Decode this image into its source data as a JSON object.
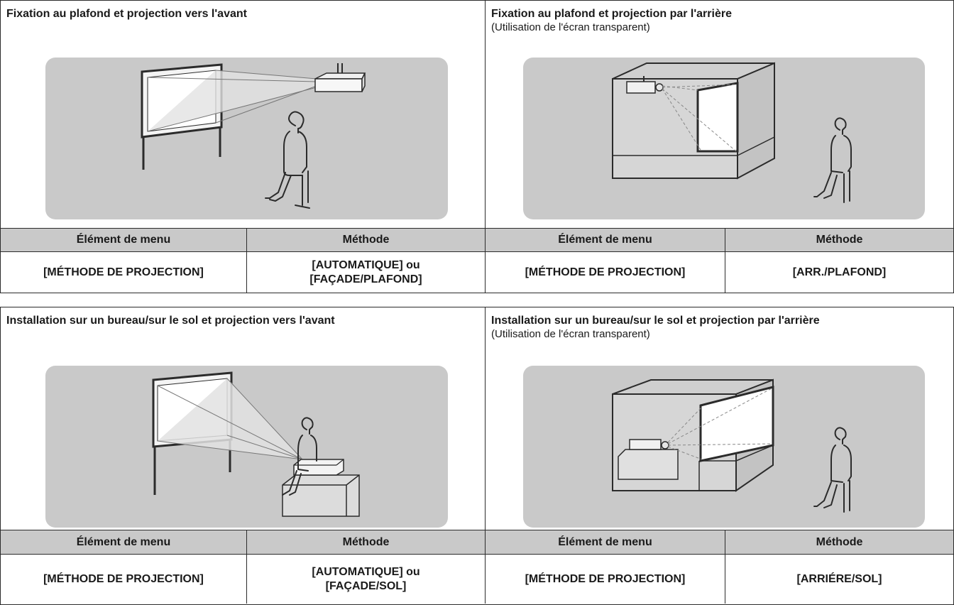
{
  "sections": [
    {
      "left": {
        "title": "Fixation au plafond et projection vers l'avant",
        "subtitle": "",
        "icon": "ceiling-front-projection-illustration"
      },
      "right": {
        "title": "Fixation au plafond et projection par l'arrière",
        "subtitle": "(Utilisation de l'écran transparent)",
        "icon": "ceiling-rear-projection-illustration"
      },
      "table": {
        "headers": [
          "Élément de menu",
          "Méthode",
          "Élément de menu",
          "Méthode"
        ],
        "cells": [
          {
            "lines": [
              "[MÉTHODE DE PROJECTION]"
            ]
          },
          {
            "lines": [
              "[AUTOMATIQUE] ou",
              "[FAÇADE/PLAFOND]"
            ]
          },
          {
            "lines": [
              "[MÉTHODE DE PROJECTION]"
            ]
          },
          {
            "lines": [
              "[ARR./PLAFOND]"
            ]
          }
        ]
      }
    },
    {
      "left": {
        "title": "Installation sur un bureau/sur le sol et projection vers l'avant",
        "subtitle": "",
        "icon": "desk-front-projection-illustration"
      },
      "right": {
        "title": "Installation sur un bureau/sur le sol et projection par l'arrière",
        "subtitle": "(Utilisation de l'écran transparent)",
        "icon": "desk-rear-projection-illustration"
      },
      "table": {
        "headers": [
          "Élément de menu",
          "Méthode",
          "Élément de menu",
          "Méthode"
        ],
        "cells": [
          {
            "lines": [
              "[MÉTHODE DE PROJECTION]"
            ]
          },
          {
            "lines": [
              "[AUTOMATIQUE] ou",
              "[FAÇADE/SOL]"
            ]
          },
          {
            "lines": [
              "[MÉTHODE DE PROJECTION]"
            ]
          },
          {
            "lines": [
              "[ARRIÉRE/SOL]"
            ]
          }
        ]
      }
    }
  ],
  "colors": {
    "border": "#2b2b2b",
    "illustration_bg": "#c9c9c9",
    "table_header_bg": "#c9c9c9"
  }
}
